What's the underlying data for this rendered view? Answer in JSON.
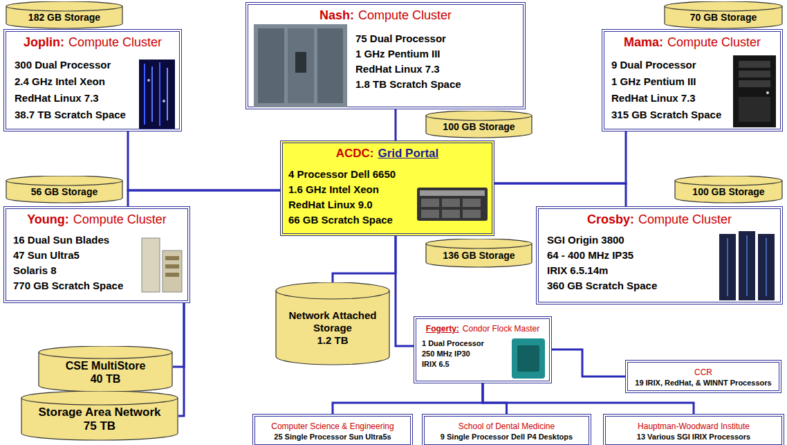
{
  "diagram": {
    "nodes": [
      {
        "text": [
          "182 GB Storage"
        ]
      },
      {
        "text": [
          "Joplin:",
          "Compute Cluster",
          "300 Dual Processor",
          "2.4 GHz Intel Xeon",
          "RedHat Linux 7.3",
          "38.7 TB Scratch Space"
        ]
      },
      {
        "text": [
          "Nash:",
          "Compute Cluster",
          "75 Dual Processor",
          "1 GHz Pentium III",
          "RedHat Linux 7.3",
          "1.8 TB Scratch Space"
        ]
      },
      {
        "text": [
          "100 GB Storage"
        ]
      },
      {
        "text": [
          "70 GB Storage"
        ]
      },
      {
        "text": [
          "Mama:",
          "Compute Cluster",
          "9 Dual Processor",
          "1 GHz Pentium III",
          "RedHat Linux 7.3",
          "315 GB Scratch Space"
        ]
      },
      {
        "text": [
          "56 GB Storage"
        ]
      },
      {
        "text": [
          "ACDC:",
          "Grid Portal",
          "4 Processor Dell 6650",
          "1.6 GHz Intel Xeon",
          "RedHat Linux 9.0",
          "66 GB Scratch Space"
        ]
      },
      {
        "text": [
          "100 GB Storage"
        ]
      },
      {
        "text": [
          "Young:",
          "Compute Cluster",
          "16 Dual Sun Blades",
          "47 Sun Ultra5",
          "Solaris 8",
          "770 GB Scratch Space"
        ]
      },
      {
        "text": [
          "Crosby:",
          "Compute Cluster",
          "SGI Origin 3800",
          "64 - 400 MHz IP35",
          "IRIX 6.5.14m",
          "360 GB Scratch Space"
        ]
      },
      {
        "text": [
          "136 GB Storage"
        ]
      },
      {
        "text": [
          "Network Attached Storage",
          "1.2 TB"
        ]
      },
      {
        "text": [
          "CSE MultiStore",
          "40 TB"
        ]
      },
      {
        "text": [
          "Fogerty:",
          "Condor Flock Master",
          "1 Dual Processor",
          "250 MHz IP30",
          "IRIX 6.5"
        ]
      },
      {
        "text": [
          "CCR",
          "19 IRIX, RedHat, & WINNT Processors"
        ]
      },
      {
        "text": [
          "Storage Area Network",
          "75 TB"
        ]
      },
      {
        "text": [
          "Computer Science & Engineering",
          "25 Single Processor Sun Ultra5s"
        ]
      },
      {
        "text": [
          "School of Dental Medicine",
          "9 Single Processor Dell P4 Desktops"
        ]
      },
      {
        "text": [
          "Hauptman-Woodward Institute",
          "13 Various SGI IRIX Processors"
        ]
      }
    ],
    "edges": [
      {
        "from": 7,
        "to": 1,
        "arrow": "none"
      },
      {
        "from": 7,
        "to": 9,
        "arrow": "none"
      },
      {
        "from": 7,
        "to": 2,
        "arrow": "none"
      },
      {
        "from": 7,
        "to": 5,
        "arrow": "none"
      },
      {
        "from": 7,
        "to": 10,
        "arrow": "none"
      },
      {
        "from": 7,
        "to": 12,
        "arrow": "none"
      },
      {
        "from": 7,
        "to": 14,
        "arrow": "none"
      },
      {
        "from": 14,
        "to": 15,
        "arrow": "none"
      },
      {
        "from": 14,
        "to": 17,
        "arrow": "none"
      },
      {
        "from": 14,
        "to": 18,
        "arrow": "none"
      },
      {
        "from": 14,
        "to": 19,
        "arrow": "none"
      },
      {
        "from": 9,
        "to": 13,
        "arrow": "none"
      },
      {
        "from": 9,
        "to": 16,
        "arrow": "none"
      }
    ]
  }
}
